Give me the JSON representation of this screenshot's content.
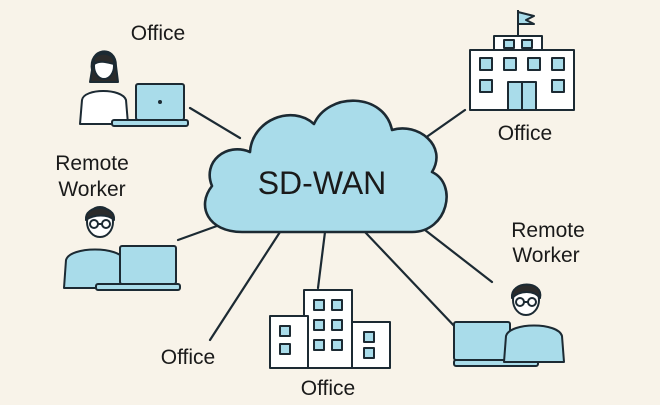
{
  "diagram": {
    "hub": {
      "label": "SD-WAN",
      "fill": "#a9dcea",
      "stroke": "#1c2a33"
    },
    "nodes": [
      {
        "id": "office-top-left",
        "kind": "person-laptop",
        "label": "Office"
      },
      {
        "id": "office-top-right",
        "kind": "building",
        "label": "Office"
      },
      {
        "id": "remote-left",
        "kind": "person-laptop",
        "label_lines": [
          "Remote",
          "Worker"
        ]
      },
      {
        "id": "remote-right",
        "kind": "person-laptop",
        "label_lines": [
          "Remote",
          "Worker"
        ]
      },
      {
        "id": "office-bottom-left",
        "kind": "text",
        "label": "Office"
      },
      {
        "id": "office-bottom",
        "kind": "building",
        "label": "Office"
      }
    ],
    "colors": {
      "background": "#f8f3e9",
      "accent_blue": "#a9dcea",
      "line": "#1c2a33",
      "skin": "#ffffff",
      "hair": "#2b2b2b"
    },
    "icons": [
      "person-icon",
      "laptop-icon",
      "building-icon",
      "cloud-icon",
      "flag-icon"
    ]
  }
}
